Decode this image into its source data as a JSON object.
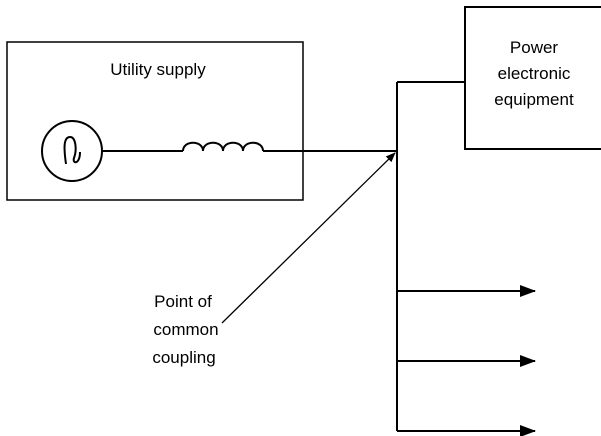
{
  "diagram": {
    "utility_label": "Utility supply",
    "equipment_label_lines": [
      "Power",
      "electronic",
      "equipment"
    ],
    "pcc_label_lines": [
      "Point of",
      "common",
      "coupling"
    ],
    "feeder_count": 3
  }
}
